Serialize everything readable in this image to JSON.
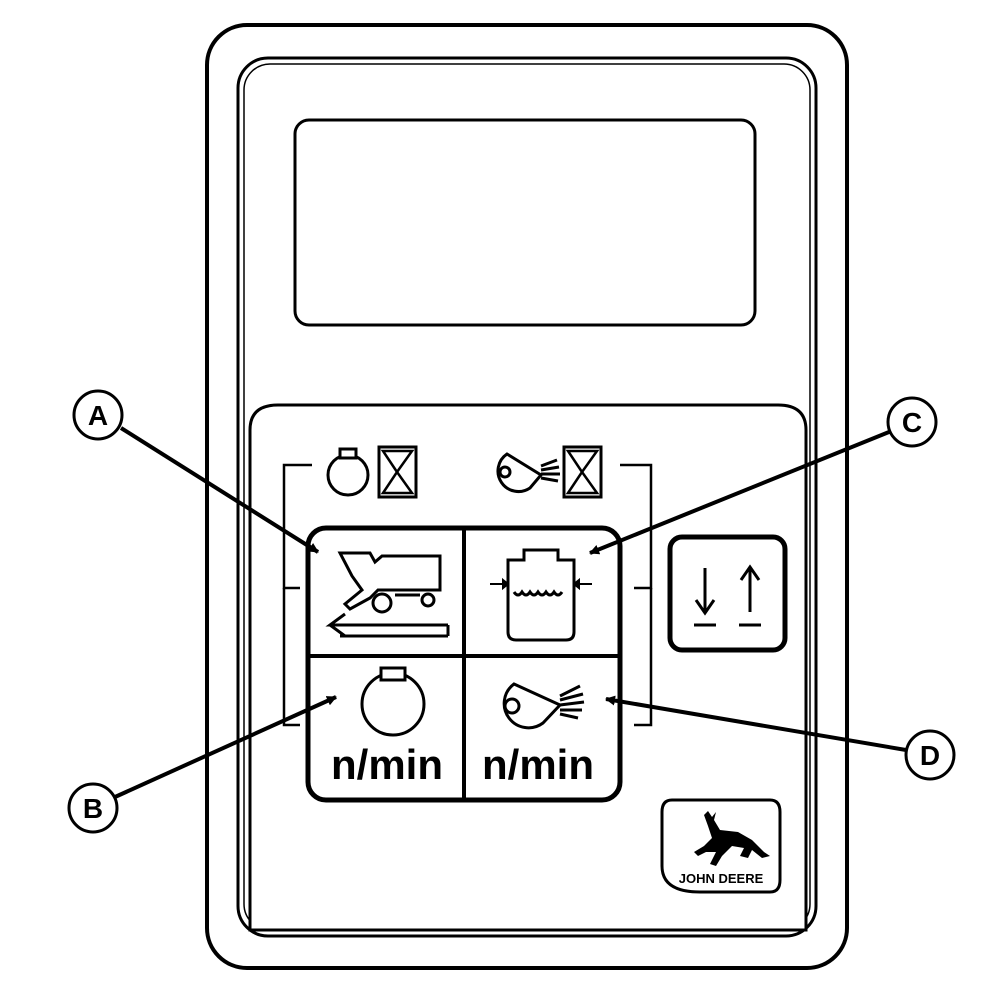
{
  "colors": {
    "ink": "#000000",
    "paper": "#ffffff"
  },
  "buttons": {
    "engine_speed_unit": "n/min",
    "fan_speed_unit": "n/min"
  },
  "callouts": [
    {
      "letter": "A",
      "target": "unloading-auger-button"
    },
    {
      "letter": "B",
      "target": "engine-speed-button"
    },
    {
      "letter": "C",
      "target": "grain-tank-button"
    },
    {
      "letter": "D",
      "target": "cleaning-fan-speed-button"
    }
  ],
  "indicators": {
    "left_group_icons": [
      "engine-icon",
      "hourglass-icon"
    ],
    "right_group_icons": [
      "cleaning-fan-icon",
      "hourglass-icon"
    ],
    "side_button_icon": "down-up-arrows-icon"
  },
  "logo": {
    "brand": "JOHN DEERE",
    "icon": "leaping-deer-icon"
  }
}
